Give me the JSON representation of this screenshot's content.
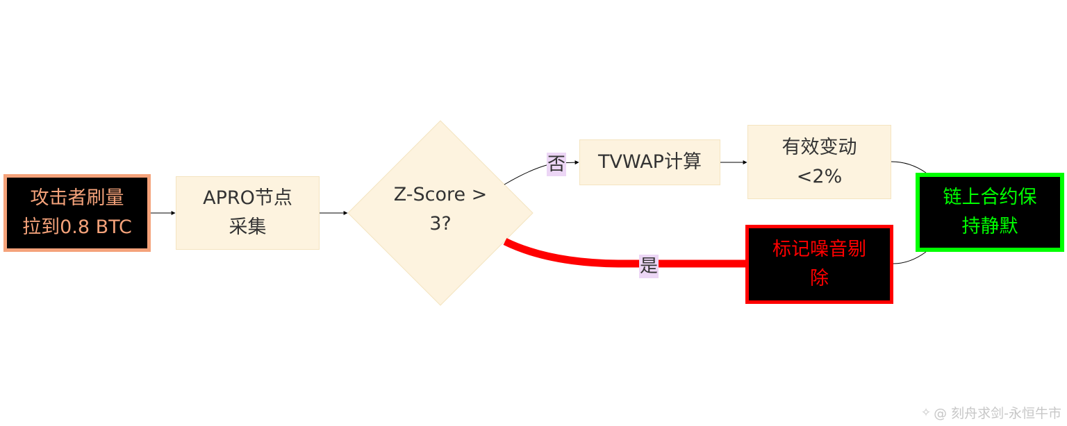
{
  "nodes": {
    "attacker": "攻击者刷量\n拉到0.8 BTC",
    "apro": "APRO节点\n采集",
    "zscore": "Z-Score >\n3?",
    "tvwap": "TVWAP计算",
    "valid": "有效变动\n<2%",
    "mark": "标记噪音剔\n除",
    "silent": "链上合约保\n持静默"
  },
  "edges": {
    "no_label": "否",
    "yes_label": "是"
  },
  "watermark": "@ 刻舟求剑-永恒牛市",
  "colors": {
    "attacker": "#f4a27a",
    "mark": "#ff0000",
    "silent": "#00ff00",
    "node_fill": "#fdf3df",
    "label_bg": "#ecd6f5"
  }
}
